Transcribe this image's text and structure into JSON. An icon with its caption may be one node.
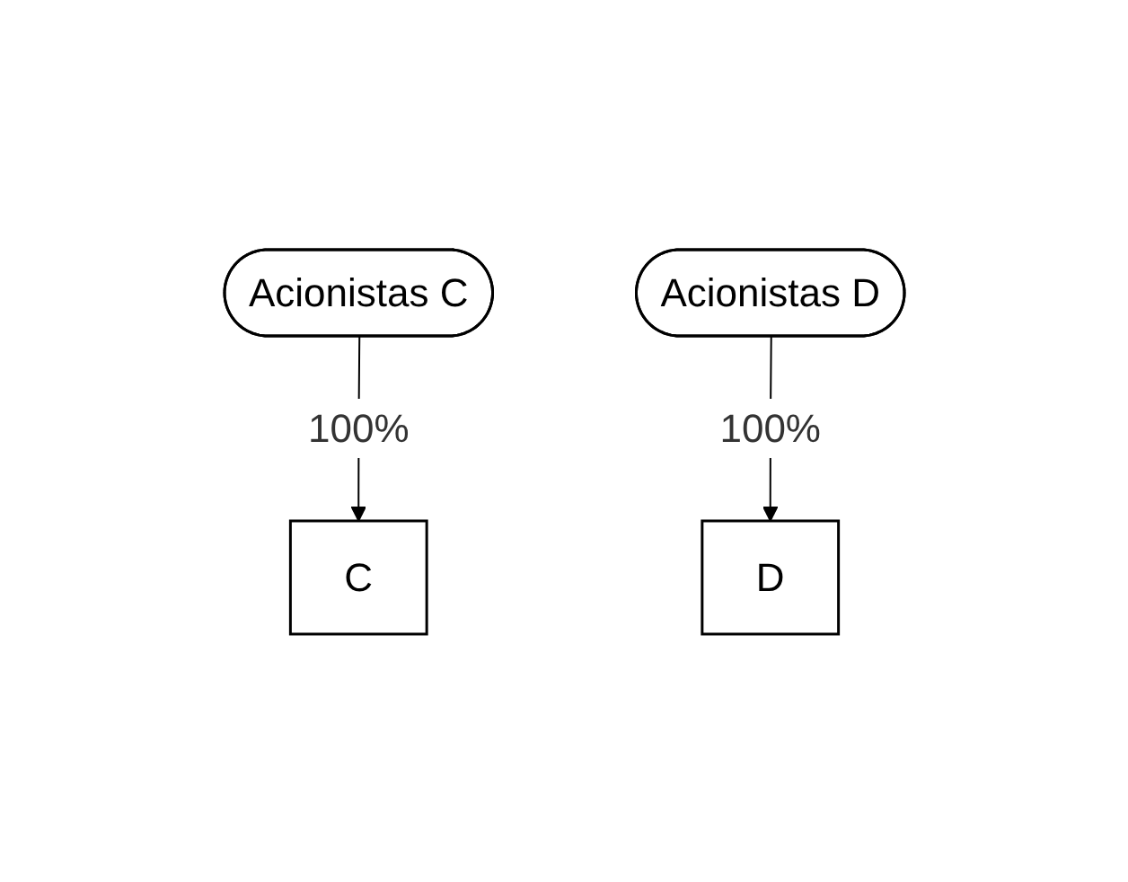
{
  "diagram": {
    "nodes": [
      {
        "text": [
          "Acionistas C"
        ]
      },
      {
        "text": [
          "Acionistas D"
        ]
      },
      {
        "text": [
          "C"
        ]
      },
      {
        "text": [
          "D"
        ]
      }
    ],
    "edges": [
      {
        "from": 0,
        "to": 2,
        "arrow": "to",
        "label": "100%"
      },
      {
        "from": 1,
        "to": 3,
        "arrow": "to",
        "label": "100%"
      }
    ]
  }
}
